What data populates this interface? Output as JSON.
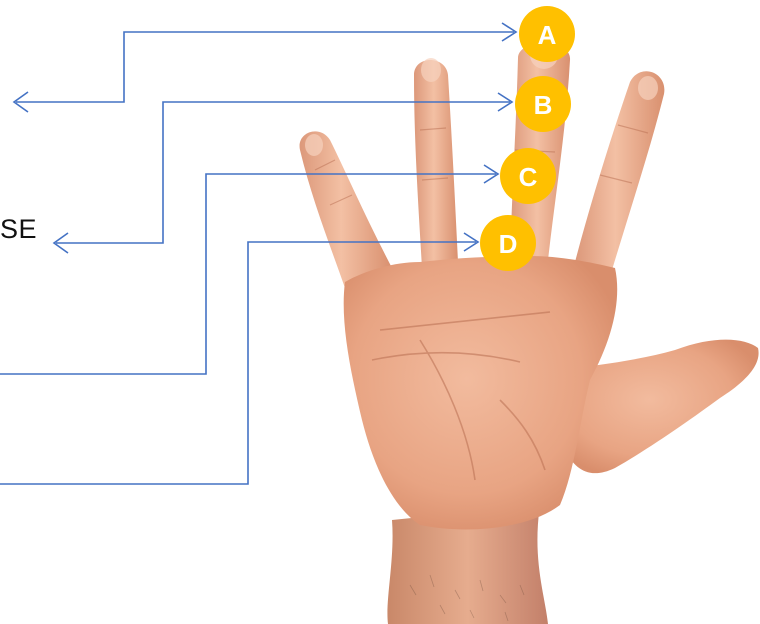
{
  "diagram": {
    "partial_text": "SE",
    "markers": [
      {
        "key": "a",
        "label": "A"
      },
      {
        "key": "b",
        "label": "B"
      },
      {
        "key": "c",
        "label": "C"
      },
      {
        "key": "d",
        "label": "D"
      }
    ]
  },
  "colors": {
    "connector": "#4472C4",
    "marker_fill": "#FFC000",
    "marker_text": "#FFFFFF",
    "skin": "#EFB294"
  },
  "image": {
    "subject": "raised-open-hand"
  }
}
